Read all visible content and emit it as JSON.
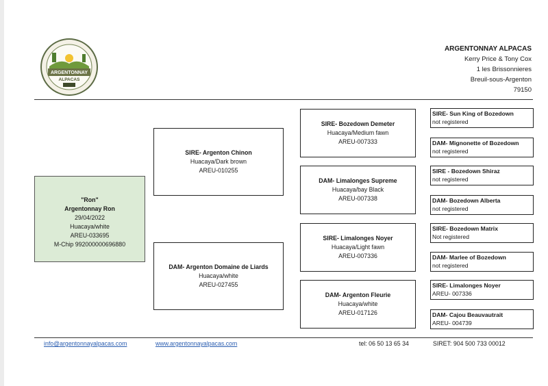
{
  "company": {
    "name": "ARGENTONNAY ALPACAS",
    "owners": "Kerry Price & Tony Cox",
    "address1": "1 les Brissonnieres",
    "address2": "Breuil-sous-Argenton",
    "postcode": "79150"
  },
  "logo": {
    "arc_text": "ARGENTONNAY ALPACAS",
    "line1": "ARGENTONNAY",
    "line2": "ALPACAS",
    "tag": "BREUIL ARGENTON"
  },
  "subject": {
    "nickname": "\"Ron\"",
    "name": "Argentonnay Ron",
    "dob": "29/04/2022",
    "type": "Huacaya/white",
    "reg": "AREU-033695",
    "chip": "M-Chip 992000000696880"
  },
  "parents": [
    {
      "title": "SIRE- Argenton Chinon",
      "type": "Huacaya/Dark brown",
      "reg": "AREU-010255"
    },
    {
      "title": "DAM- Argenton Domaine de Liards",
      "type": "Huacaya/white",
      "reg": "AREU-027455"
    }
  ],
  "grandparents": [
    {
      "title": "SIRE- Bozedown Demeter",
      "type": "Huacaya/Medium fawn",
      "reg": "AREU-007333"
    },
    {
      "title": "DAM- Limalonges Supreme",
      "type": "Huacaya/bay Black",
      "reg": "AREU-007338"
    },
    {
      "title": "SIRE- Limalonges Noyer",
      "type": "Huacaya/Light fawn",
      "reg": "AREU-007336"
    },
    {
      "title": "DAM- Argenton Fleurie",
      "type": "Huacaya/white",
      "reg": "AREU-017126"
    }
  ],
  "great_grandparents": [
    {
      "title": "SIRE- Sun King of Bozedown",
      "info": "not registered"
    },
    {
      "title": "DAM- Mignonette of Bozedown",
      "info": "not registered"
    },
    {
      "title": "SIRE - Bozedown Shiraz",
      "info": "not registered"
    },
    {
      "title": "DAM- Bozedown Alberta",
      "info": "not registered"
    },
    {
      "title": "SIRE- Bozedown Matrix",
      "info": "Not registered"
    },
    {
      "title": "DAM- Marlee of Bozedown",
      "info": "not registered"
    },
    {
      "title": "SIRE- Limalonges Noyer",
      "info": "AREU- 007336"
    },
    {
      "title": "DAM- Cajou Beauvautrait",
      "info": "AREU- 004739"
    }
  ],
  "footer": {
    "email": "info@argentonnayalpacas.com",
    "website": "www.argentonnayalpacas.com",
    "tel": "tel: 06 50 13 65 34",
    "siret": "SIRET: 904 500 733 00012"
  }
}
